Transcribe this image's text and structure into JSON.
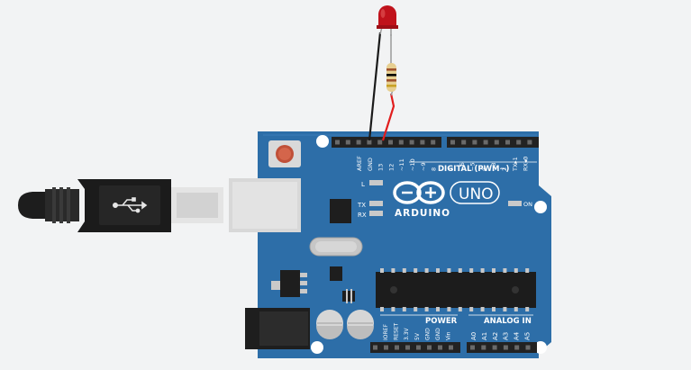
{
  "board": {
    "brand": "ARDUINO",
    "model": "UNO",
    "on_label": "ON",
    "led_l_label": "L",
    "led_tx_label": "TX",
    "led_rx_label": "RX",
    "digital_header": "DIGITAL (PWM~)",
    "power_header": "POWER",
    "analog_header": "ANALOG IN",
    "digital_pins_left": [
      "AREF",
      "GND",
      "13",
      "12",
      "~11",
      "~10",
      "~9",
      "8"
    ],
    "digital_pins_right": [
      "7",
      "~6",
      "~5",
      "4",
      "~3",
      "2",
      "TX▸1",
      "RX◂0"
    ],
    "power_pins": [
      "IOREF",
      "RESET",
      "3.3V",
      "5V",
      "GND",
      "GND",
      "Vin"
    ],
    "analog_pins": [
      "A0",
      "A1",
      "A2",
      "A3",
      "A4",
      "A5"
    ]
  },
  "components": {
    "led": {
      "color": "#c0121b"
    },
    "resistor": {
      "band_colors": [
        "#a0522d",
        "#000000",
        "#a0522d",
        "#c9a227"
      ]
    },
    "wire_gnd_color": "#1a1a1a",
    "wire_signal_color": "#e11d1d"
  },
  "colors": {
    "board": "#2d6ea8",
    "board_dark": "#1f5584",
    "header": "#222222",
    "background": "#f2f3f4"
  }
}
